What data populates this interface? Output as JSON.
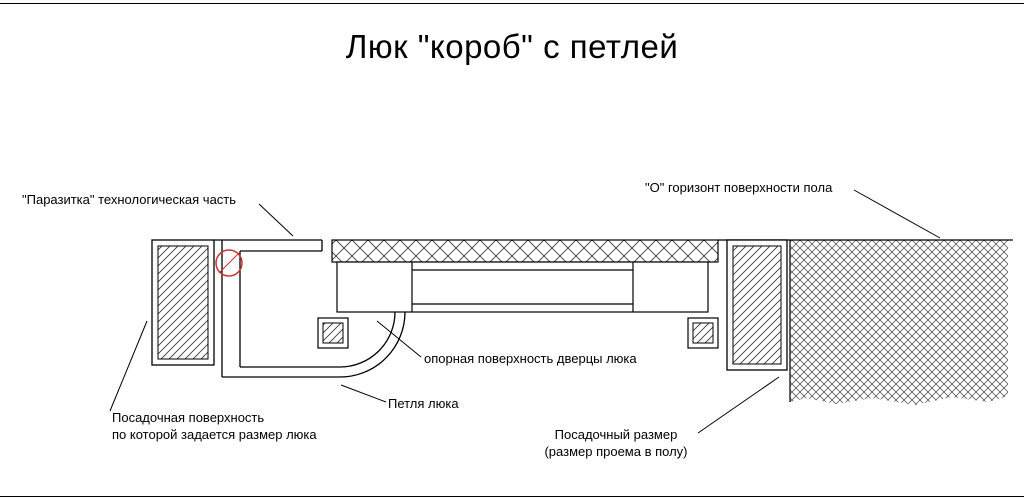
{
  "title": "Люк \"короб\" с петлей",
  "labels": {
    "parasitka": "\"Паразитка\" технологическая часть",
    "horizon": "\"О\" горизонт поверхности пола",
    "door_support": "опорная поверхность дверцы люка",
    "hinge": "Петля люка",
    "seating_surface": {
      "line1": "Посадочная поверхность",
      "line2": "по которой задается размер люка"
    },
    "seating_size": {
      "line1": "Посадочный размер",
      "line2": "(размер проема в полу)"
    }
  },
  "colors": {
    "line": "#000000",
    "detail_marker": "#cc3333",
    "background": "#ffffff"
  }
}
